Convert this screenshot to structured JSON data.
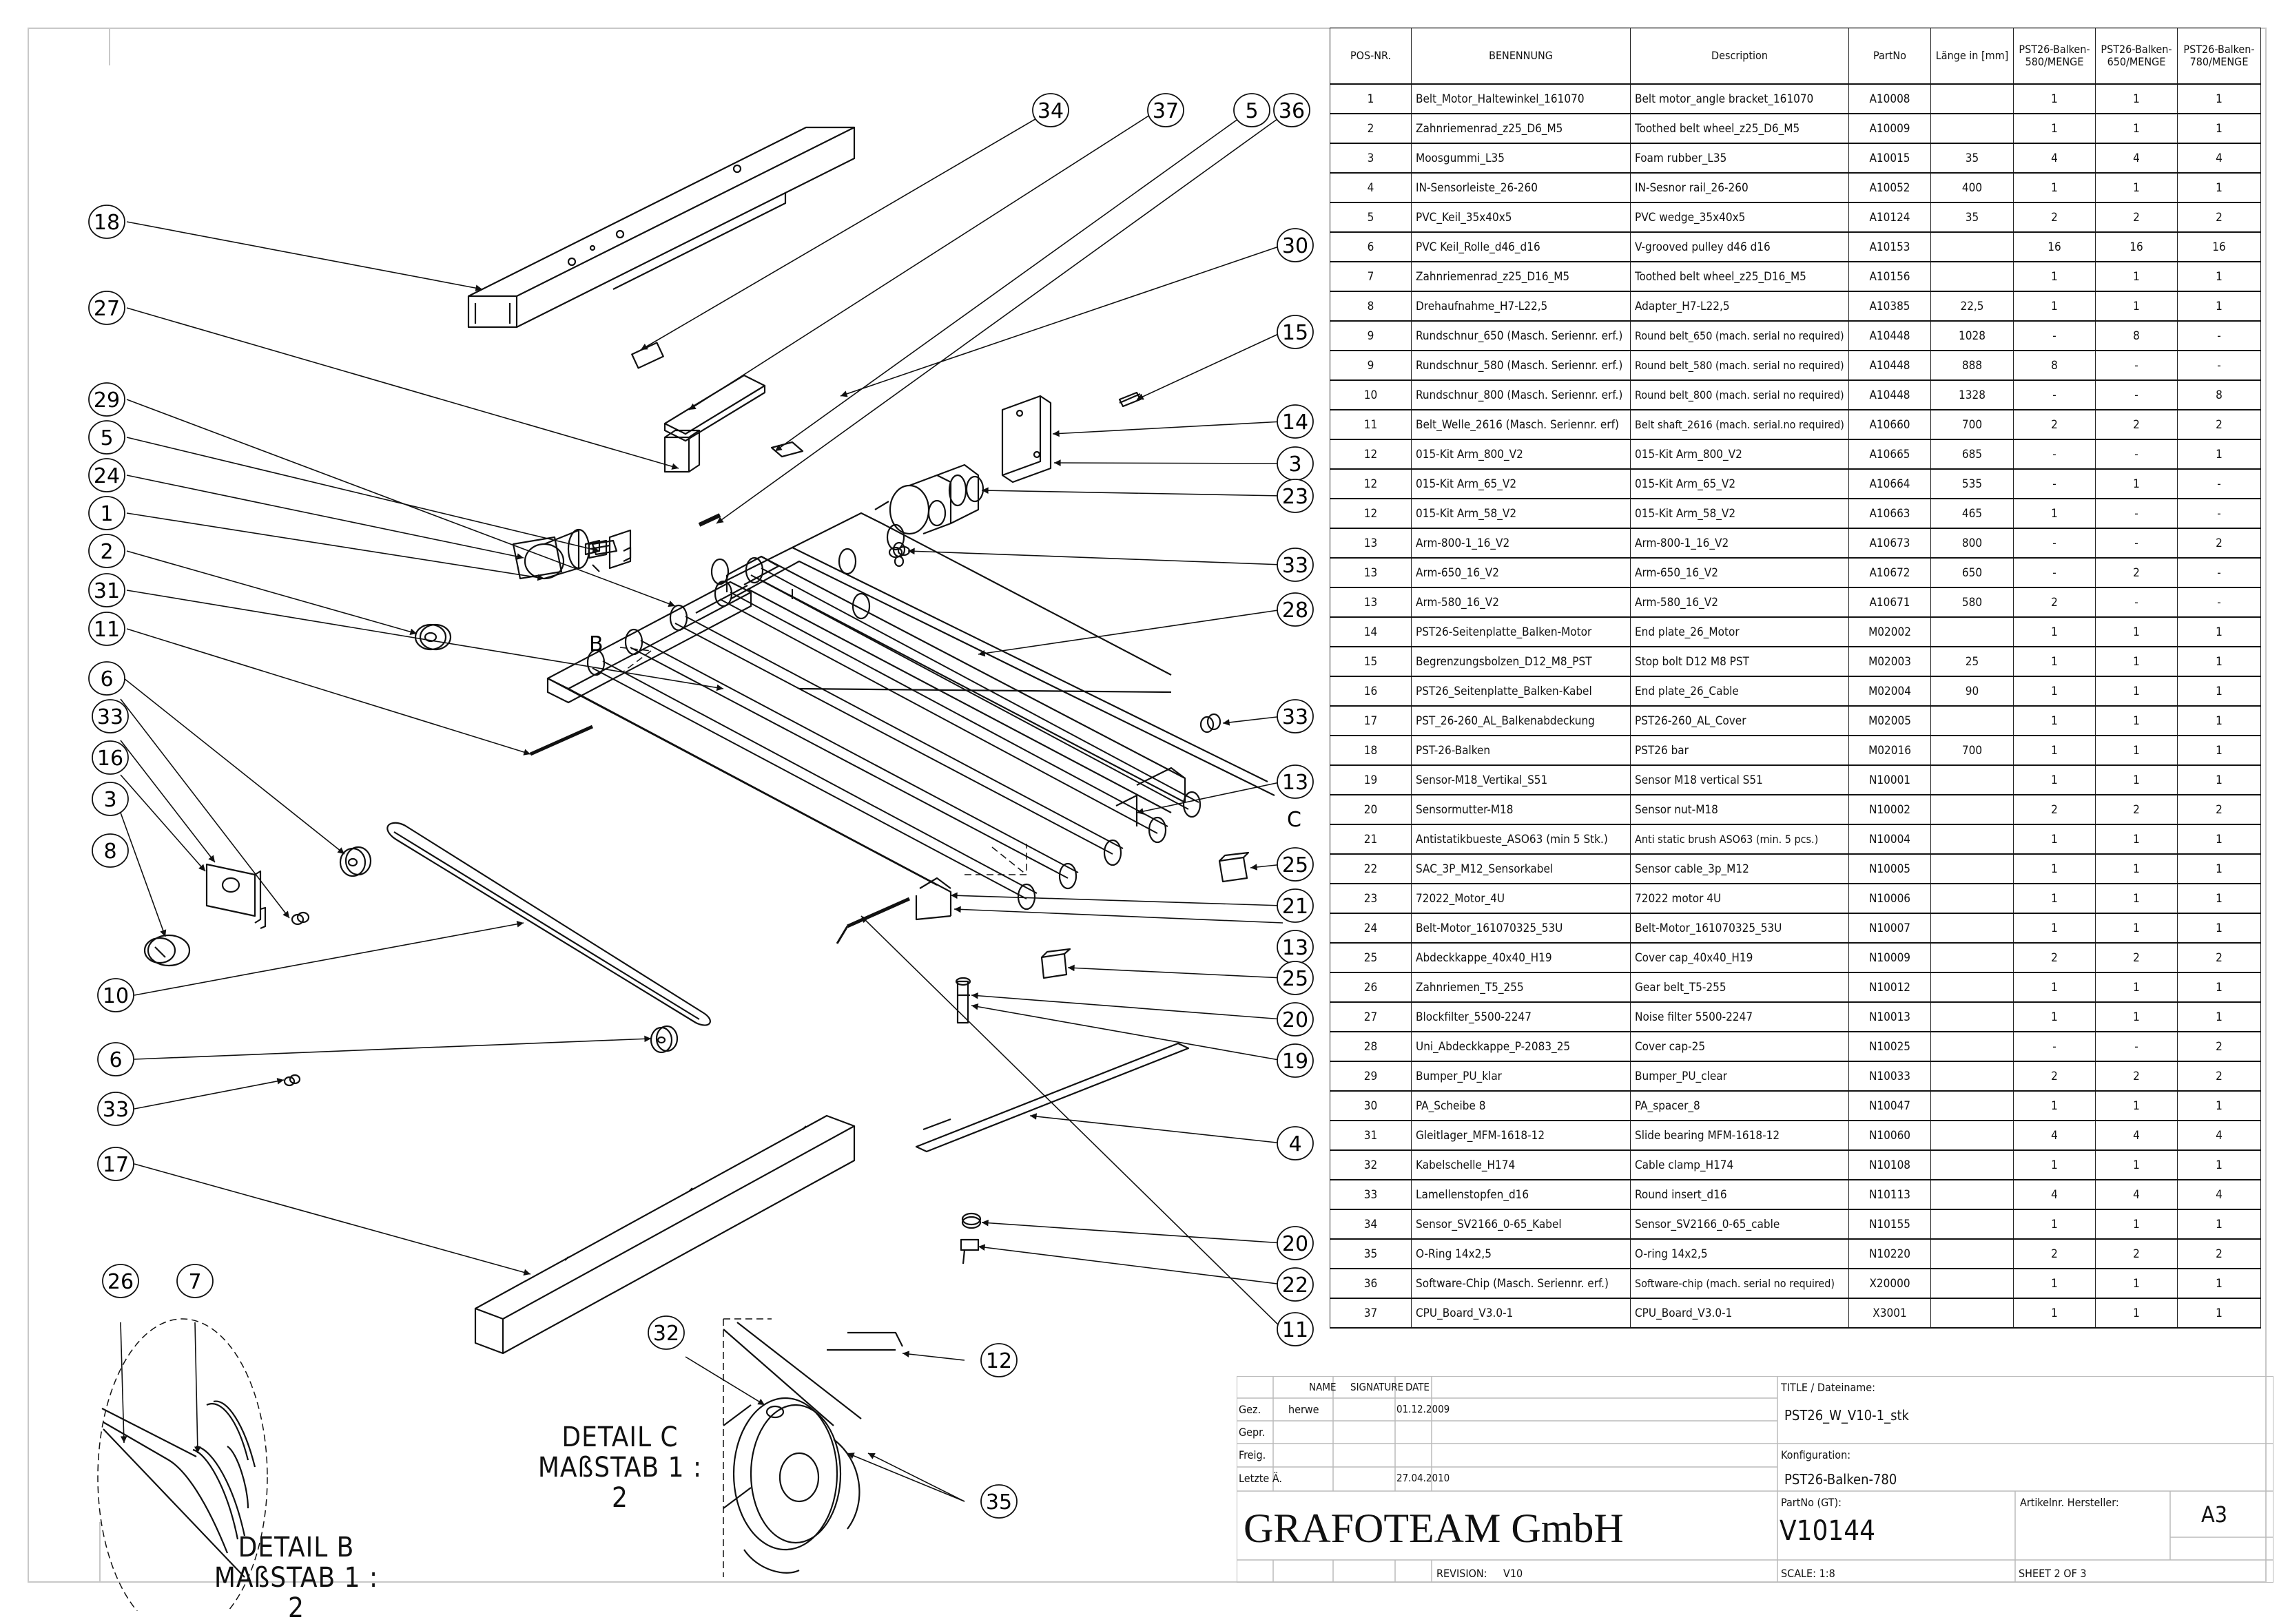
{
  "bom": {
    "headers": [
      "POS-NR.",
      "BENENNUNG",
      "Description",
      "PartNo",
      "Länge in [mm]",
      "PST26-Balken-580/MENGE",
      "PST26-Balken-650/MENGE",
      "PST26-Balken-780/MENGE"
    ],
    "rows": [
      {
        "pos": "1",
        "benennung": "Belt_Motor_Haltewinkel_161070",
        "description": "Belt motor_angle bracket_161070",
        "partno": "A10008",
        "laenge": "",
        "q580": "1",
        "q650": "1",
        "q780": "1"
      },
      {
        "pos": "2",
        "benennung": "Zahnriemenrad_z25_D6_M5",
        "description": "Toothed belt wheel_z25_D6_M5",
        "partno": "A10009",
        "laenge": "",
        "q580": "1",
        "q650": "1",
        "q780": "1"
      },
      {
        "pos": "3",
        "benennung": "Moosgummi_L35",
        "description": "Foam rubber_L35",
        "partno": "A10015",
        "laenge": "35",
        "q580": "4",
        "q650": "4",
        "q780": "4"
      },
      {
        "pos": "4",
        "benennung": "IN-Sensorleiste_26-260",
        "description": "IN-Sesnor rail_26-260",
        "partno": "A10052",
        "laenge": "400",
        "q580": "1",
        "q650": "1",
        "q780": "1"
      },
      {
        "pos": "5",
        "benennung": "PVC_Keil_35x40x5",
        "description": "PVC wedge_35x40x5",
        "partno": "A10124",
        "laenge": "35",
        "q580": "2",
        "q650": "2",
        "q780": "2"
      },
      {
        "pos": "6",
        "benennung": "PVC Keil_Rolle_d46_d16",
        "description": "V-grooved pulley d46 d16",
        "partno": "A10153",
        "laenge": "",
        "q580": "16",
        "q650": "16",
        "q780": "16"
      },
      {
        "pos": "7",
        "benennung": "Zahnriemenrad_z25_D16_M5",
        "description": "Toothed belt wheel_z25_D16_M5",
        "partno": "A10156",
        "laenge": "",
        "q580": "1",
        "q650": "1",
        "q780": "1"
      },
      {
        "pos": "8",
        "benennung": "Drehaufnahme_H7-L22,5",
        "description": "Adapter_H7-L22,5",
        "partno": "A10385",
        "laenge": "22,5",
        "q580": "1",
        "q650": "1",
        "q780": "1"
      },
      {
        "pos": "9",
        "benennung": "Rundschnur_650 (Masch. Seriennr. erf.)",
        "description": "Round belt_650 (mach. serial no required)",
        "partno": "A10448",
        "laenge": "1028",
        "q580": "-",
        "q650": "8",
        "q780": "-"
      },
      {
        "pos": "9",
        "benennung": "Rundschnur_580 (Masch. Seriennr. erf.)",
        "description": "Round belt_580 (mach. serial no required)",
        "partno": "A10448",
        "laenge": "888",
        "q580": "8",
        "q650": "-",
        "q780": "-"
      },
      {
        "pos": "10",
        "benennung": "Rundschnur_800 (Masch. Seriennr. erf.)",
        "description": "Round belt_800 (mach. serial no required)",
        "partno": "A10448",
        "laenge": "1328",
        "q580": "-",
        "q650": "-",
        "q780": "8"
      },
      {
        "pos": "11",
        "benennung": "Belt_Welle_2616 (Masch. Seriennr. erf)",
        "description": "Belt shaft_2616 (mach. serial.no required)",
        "partno": "A10660",
        "laenge": "700",
        "q580": "2",
        "q650": "2",
        "q780": "2"
      },
      {
        "pos": "12",
        "benennung": "015-Kit Arm_800_V2",
        "description": "015-Kit Arm_800_V2",
        "partno": "A10665",
        "laenge": "685",
        "q580": "-",
        "q650": "-",
        "q780": "1"
      },
      {
        "pos": "12",
        "benennung": "015-Kit Arm_65_V2",
        "description": "015-Kit Arm_65_V2",
        "partno": "A10664",
        "laenge": "535",
        "q580": "-",
        "q650": "1",
        "q780": "-"
      },
      {
        "pos": "12",
        "benennung": "015-Kit Arm_58_V2",
        "description": "015-Kit Arm_58_V2",
        "partno": "A10663",
        "laenge": "465",
        "q580": "1",
        "q650": "-",
        "q780": "-"
      },
      {
        "pos": "13",
        "benennung": "Arm-800-1_16_V2",
        "description": "Arm-800-1_16_V2",
        "partno": "A10673",
        "laenge": "800",
        "q580": "-",
        "q650": "-",
        "q780": "2"
      },
      {
        "pos": "13",
        "benennung": "Arm-650_16_V2",
        "description": "Arm-650_16_V2",
        "partno": "A10672",
        "laenge": "650",
        "q580": "-",
        "q650": "2",
        "q780": "-"
      },
      {
        "pos": "13",
        "benennung": "Arm-580_16_V2",
        "description": "Arm-580_16_V2",
        "partno": "A10671",
        "laenge": "580",
        "q580": "2",
        "q650": "-",
        "q780": "-"
      },
      {
        "pos": "14",
        "benennung": "PST26-Seitenplatte_Balken-Motor",
        "description": "End plate_26_Motor",
        "partno": "M02002",
        "laenge": "",
        "q580": "1",
        "q650": "1",
        "q780": "1"
      },
      {
        "pos": "15",
        "benennung": "Begrenzungsbolzen_D12_M8_PST",
        "description": "Stop bolt D12 M8 PST",
        "partno": "M02003",
        "laenge": "25",
        "q580": "1",
        "q650": "1",
        "q780": "1"
      },
      {
        "pos": "16",
        "benennung": "PST26_Seitenplatte_Balken-Kabel",
        "description": "End plate_26_Cable",
        "partno": "M02004",
        "laenge": "90",
        "q580": "1",
        "q650": "1",
        "q780": "1"
      },
      {
        "pos": "17",
        "benennung": "PST_26-260_AL_Balkenabdeckung",
        "description": "PST26-260_AL_Cover",
        "partno": "M02005",
        "laenge": "",
        "q580": "1",
        "q650": "1",
        "q780": "1"
      },
      {
        "pos": "18",
        "benennung": "PST-26-Balken",
        "description": "PST26 bar",
        "partno": "M02016",
        "laenge": "700",
        "q580": "1",
        "q650": "1",
        "q780": "1"
      },
      {
        "pos": "19",
        "benennung": "Sensor-M18_Vertikal_S51",
        "description": "Sensor M18 vertical S51",
        "partno": "N10001",
        "laenge": "",
        "q580": "1",
        "q650": "1",
        "q780": "1"
      },
      {
        "pos": "20",
        "benennung": "Sensormutter-M18",
        "description": "Sensor nut-M18",
        "partno": "N10002",
        "laenge": "",
        "q580": "2",
        "q650": "2",
        "q780": "2"
      },
      {
        "pos": "21",
        "benennung": "Antistatikbueste_ASO63 (min 5 Stk.)",
        "description": "Anti static brush ASO63 (min. 5 pcs.)",
        "partno": "N10004",
        "laenge": "",
        "q580": "1",
        "q650": "1",
        "q780": "1"
      },
      {
        "pos": "22",
        "benennung": "SAC_3P_M12_Sensorkabel",
        "description": "Sensor cable_3p_M12",
        "partno": "N10005",
        "laenge": "",
        "q580": "1",
        "q650": "1",
        "q780": "1"
      },
      {
        "pos": "23",
        "benennung": "72022_Motor_4U",
        "description": "72022 motor 4U",
        "partno": "N10006",
        "laenge": "",
        "q580": "1",
        "q650": "1",
        "q780": "1"
      },
      {
        "pos": "24",
        "benennung": "Belt-Motor_161070325_53U",
        "description": "Belt-Motor_161070325_53U",
        "partno": "N10007",
        "laenge": "",
        "q580": "1",
        "q650": "1",
        "q780": "1"
      },
      {
        "pos": "25",
        "benennung": "Abdeckkappe_40x40_H19",
        "description": "Cover cap_40x40_H19",
        "partno": "N10009",
        "laenge": "",
        "q580": "2",
        "q650": "2",
        "q780": "2"
      },
      {
        "pos": "26",
        "benennung": "Zahnriemen_T5_255",
        "description": "Gear belt_T5-255",
        "partno": "N10012",
        "laenge": "",
        "q580": "1",
        "q650": "1",
        "q780": "1"
      },
      {
        "pos": "27",
        "benennung": "Blockfilter_5500-2247",
        "description": "Noise filter 5500-2247",
        "partno": "N10013",
        "laenge": "",
        "q580": "1",
        "q650": "1",
        "q780": "1"
      },
      {
        "pos": "28",
        "benennung": "Uni_Abdeckkappe_P-2083_25",
        "description": "Cover cap-25",
        "partno": "N10025",
        "laenge": "",
        "q580": "-",
        "q650": "-",
        "q780": "2"
      },
      {
        "pos": "29",
        "benennung": "Bumper_PU_klar",
        "description": "Bumper_PU_clear",
        "partno": "N10033",
        "laenge": "",
        "q580": "2",
        "q650": "2",
        "q780": "2"
      },
      {
        "pos": "30",
        "benennung": "PA_Scheibe 8",
        "description": "PA_spacer_8",
        "partno": "N10047",
        "laenge": "",
        "q580": "1",
        "q650": "1",
        "q780": "1"
      },
      {
        "pos": "31",
        "benennung": "Gleitlager_MFM-1618-12",
        "description": "Slide bearing MFM-1618-12",
        "partno": "N10060",
        "laenge": "",
        "q580": "4",
        "q650": "4",
        "q780": "4"
      },
      {
        "pos": "32",
        "benennung": "Kabelschelle_H174",
        "description": "Cable clamp_H174",
        "partno": "N10108",
        "laenge": "",
        "q580": "1",
        "q650": "1",
        "q780": "1"
      },
      {
        "pos": "33",
        "benennung": "Lamellenstopfen_d16",
        "description": "Round insert_d16",
        "partno": "N10113",
        "laenge": "",
        "q580": "4",
        "q650": "4",
        "q780": "4"
      },
      {
        "pos": "34",
        "benennung": "Sensor_SV2166_0-65_Kabel",
        "description": "Sensor_SV2166_0-65_cable",
        "partno": "N10155",
        "laenge": "",
        "q580": "1",
        "q650": "1",
        "q780": "1"
      },
      {
        "pos": "35",
        "benennung": "O-Ring 14x2,5",
        "description": "O-ring 14x2,5",
        "partno": "N10220",
        "laenge": "",
        "q580": "2",
        "q650": "2",
        "q780": "2"
      },
      {
        "pos": "36",
        "benennung": "Software-Chip (Masch. Seriennr. erf.)",
        "description": "Software-chip (mach. serial no required)",
        "partno": "X20000",
        "laenge": "",
        "q580": "1",
        "q650": "1",
        "q780": "1"
      },
      {
        "pos": "37",
        "benennung": "CPU_Board_V3.0-1",
        "description": "CPU_Board_V3.0-1",
        "partno": "X3001",
        "laenge": "",
        "q580": "1",
        "q650": "1",
        "q780": "1"
      }
    ]
  },
  "title_block": {
    "col_name": "NAME",
    "col_signature": "SIGNATURE",
    "col_date": "DATE",
    "rows": [
      {
        "label": "Gez.",
        "name": "herwe",
        "date": "01.12.2009"
      },
      {
        "label": "Gepr.",
        "name": "",
        "date": ""
      },
      {
        "label": "Freig.",
        "name": "",
        "date": ""
      },
      {
        "label": "Letzte Ä.",
        "name": "",
        "date": "27.04.2010"
      }
    ],
    "company": "GRAFOTEAM GmbH",
    "revision_label": "REVISION:",
    "revision": "V10",
    "title_label": "TITLE / Dateiname:",
    "title": "PST26_W_V10-1_stk",
    "config_label": "Konfiguration:",
    "config": "PST26-Balken-780",
    "partno_label": "PartNo (GT):",
    "partno": "V10144",
    "manufacturer_label": "Artikelnr. Hersteller:",
    "paper_size": "A3",
    "scale": "SCALE: 1:8",
    "sheet": "SHEET 2 OF 3"
  },
  "details": {
    "b_title": "DETAIL B",
    "b_scale": "MAßSTAB 1 : 2",
    "c_title": "DETAIL C",
    "c_scale": "MAßSTAB 1 : 2",
    "b_marker": "B",
    "c_marker": "C"
  },
  "balloons": [
    {
      "n": "18"
    },
    {
      "n": "27"
    },
    {
      "n": "29"
    },
    {
      "n": "5"
    },
    {
      "n": "24"
    },
    {
      "n": "1"
    },
    {
      "n": "2"
    },
    {
      "n": "31"
    },
    {
      "n": "11"
    },
    {
      "n": "6"
    },
    {
      "n": "33"
    },
    {
      "n": "16"
    },
    {
      "n": "3"
    },
    {
      "n": "8"
    },
    {
      "n": "10"
    },
    {
      "n": "6"
    },
    {
      "n": "33"
    },
    {
      "n": "17"
    },
    {
      "n": "34"
    },
    {
      "n": "37"
    },
    {
      "n": "5"
    },
    {
      "n": "36"
    },
    {
      "n": "30"
    },
    {
      "n": "15"
    },
    {
      "n": "14"
    },
    {
      "n": "3"
    },
    {
      "n": "23"
    },
    {
      "n": "33"
    },
    {
      "n": "28"
    },
    {
      "n": "33"
    },
    {
      "n": "13"
    },
    {
      "n": "25"
    },
    {
      "n": "21"
    },
    {
      "n": "13"
    },
    {
      "n": "25"
    },
    {
      "n": "20"
    },
    {
      "n": "19"
    },
    {
      "n": "4"
    },
    {
      "n": "20"
    },
    {
      "n": "22"
    },
    {
      "n": "11"
    },
    {
      "n": "26"
    },
    {
      "n": "7"
    },
    {
      "n": "32"
    },
    {
      "n": "12"
    },
    {
      "n": "35"
    }
  ]
}
